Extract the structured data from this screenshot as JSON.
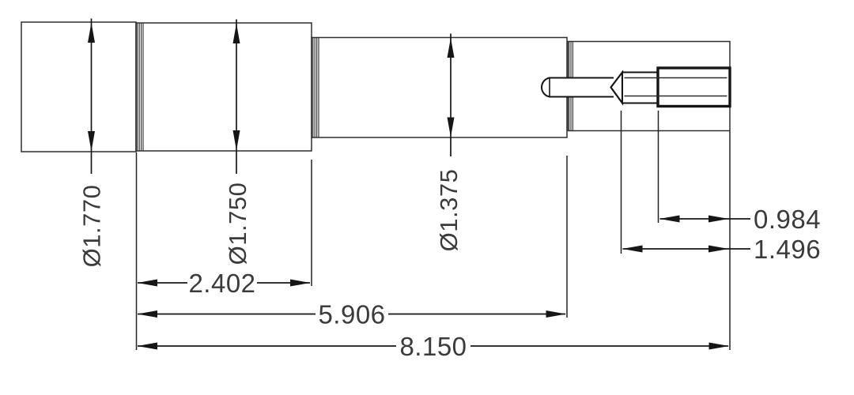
{
  "drawing": {
    "colors": {
      "background": "#ffffff",
      "line": "#161616",
      "outline": "#2e2e2e",
      "text": "#3b3b3b"
    },
    "dimensions": {
      "diameter_section_1": "Ø1.770",
      "diameter_section_2": "Ø1.750",
      "diameter_section_3": "Ø1.375",
      "length_section_2": "2.402",
      "length_to_section_3_end": "5.906",
      "length_overall": "8.150",
      "length_thread": "0.984",
      "length_stud": "1.496"
    }
  }
}
